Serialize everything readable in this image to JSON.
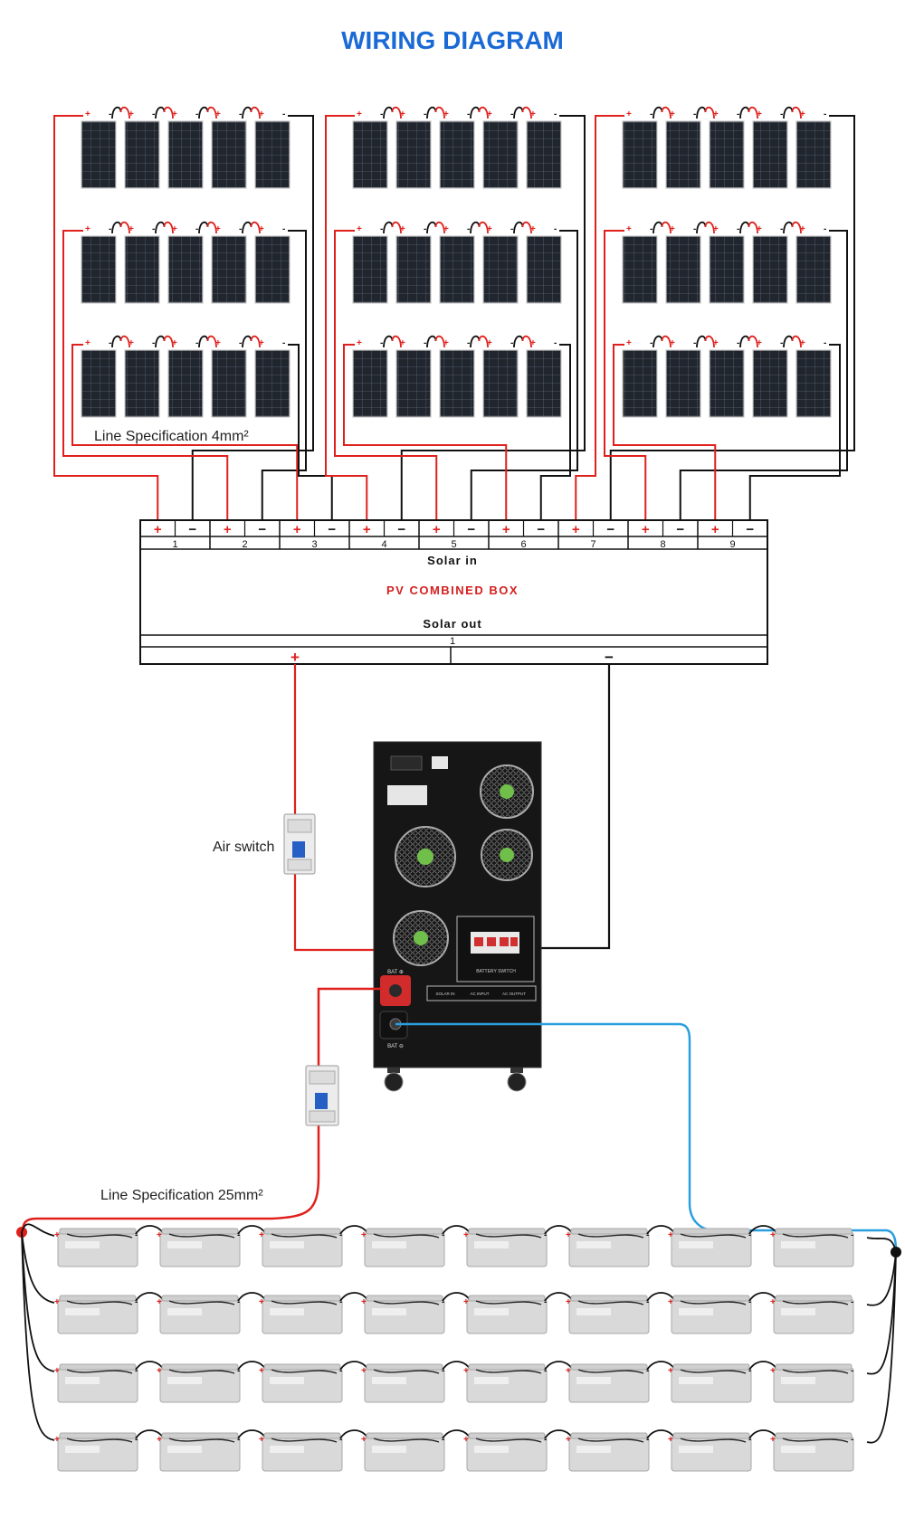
{
  "title": "WIRING DIAGRAM",
  "colors": {
    "title": "#1a6ad6",
    "positive_wire": "#e0201c",
    "negative_wire": "#111111",
    "battery_negative_wire": "#2a9fe0",
    "panel": "#1e232b",
    "combiner_label": "#d42020"
  },
  "labels": {
    "pv_line_spec": "Line Specification 4mm²",
    "battery_line_spec": "Line Specification 25mm²",
    "air_switch": "Air switch"
  },
  "combiner_box": {
    "name": "PV COMBINED BOX",
    "input_label": "Solar in",
    "output_label": "Solar out",
    "input_channels": [
      "1",
      "2",
      "3",
      "4",
      "5",
      "6",
      "7",
      "8",
      "9"
    ],
    "output_channels": [
      "1"
    ],
    "plus_symbol": "+",
    "minus_symbol": "−"
  },
  "solar_array": {
    "groups": 3,
    "strings_per_group": 3,
    "panels_per_string": 5,
    "panel_plus": "+",
    "panel_minus": "-"
  },
  "inverter": {
    "battery_terminal_pos": "BAT ⊕",
    "battery_terminal_neg": "BAT ⊖",
    "battery_switch": "BATTERY SWITCH",
    "solar_in": "SOLAR IN",
    "ac_input": "AC INPUT",
    "ac_output": "AC OUTPUT"
  },
  "battery_bank": {
    "rows": 4,
    "per_row": 8,
    "plus": "+",
    "minus": "-"
  }
}
